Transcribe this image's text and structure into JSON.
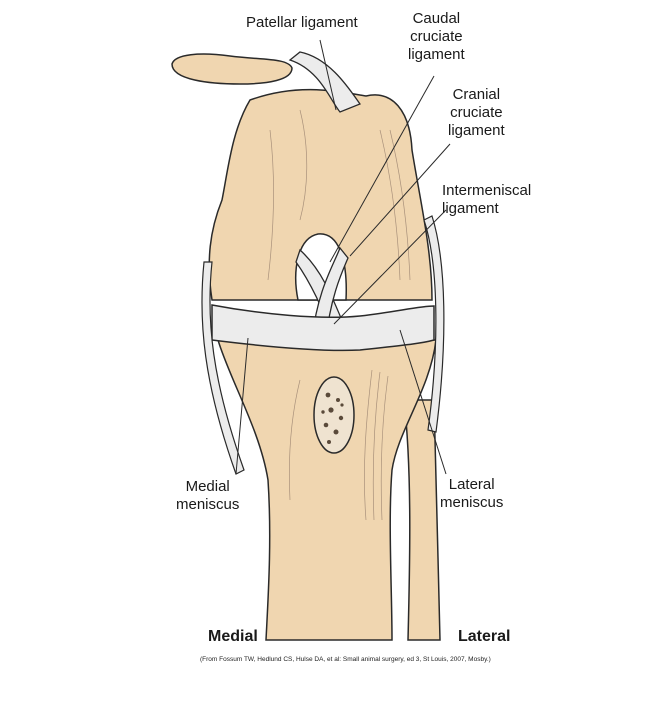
{
  "labels": {
    "patellar_ligament": "Patellar ligament",
    "caudal_cruciate": [
      "Caudal",
      "cruciate",
      "ligament"
    ],
    "cranial_cruciate": [
      "Cranial",
      "cruciate",
      "ligament"
    ],
    "intermeniscal": [
      "Intermeniscal",
      "ligament"
    ],
    "medial_meniscus": [
      "Medial",
      "meniscus"
    ],
    "lateral_meniscus": [
      "Lateral",
      "meniscus"
    ]
  },
  "sides": {
    "medial": "Medial",
    "lateral": "Lateral"
  },
  "credit": "(From Fossum TW, Hedlund CS, Hulse DA, et al: Small animal surgery, ed 3, St Louis, 2007, Mosby.)",
  "colors": {
    "bone": "#f0d6b0",
    "ligament": "#ececec",
    "outline": "#2a2a2a",
    "marrow": "#5a4a3a"
  }
}
